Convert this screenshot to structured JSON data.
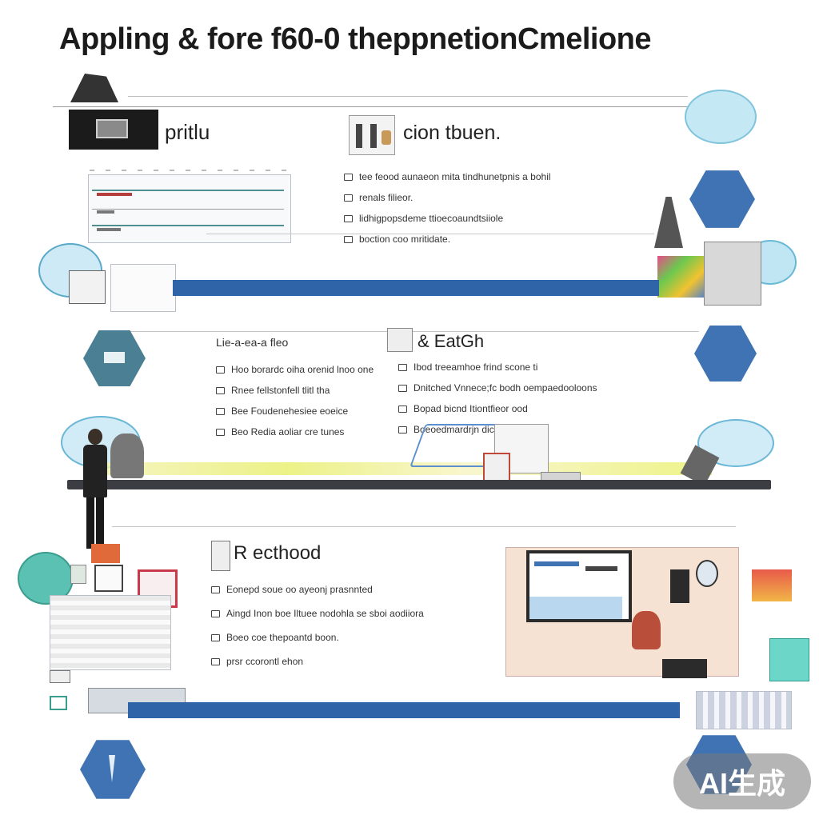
{
  "title": "Appling & fore f60-0 theppnetionCmelione",
  "section1": {
    "left_heading": "pritlu",
    "right_heading": "cion tbuen.",
    "items": [
      "tee feood  aunaeon mita  tindhunetpnis a bohil",
      "renals filieor.",
      "lidhigpopsdeme ttioecoaundtsiiole",
      "boction coo mritidate."
    ]
  },
  "section2": {
    "left_heading": "Lie-a-ea-a fleo",
    "right_heading": "& EatGh",
    "left_items": [
      "Hoo borardc oiha orenid lnoo one",
      "Rnee  fellstonfell tlitl tha",
      "Bee Foudenehesiee eoeice",
      "Beo Redia aoliar cre tunes"
    ],
    "right_items": [
      "Ibod treeamhoe frind scone ti",
      "Dnitched  Vnnece;fc  bodh oempaedooloons",
      "Bopad bicnd Itiontfieor ood",
      "Boeoedmardrjn dicle"
    ]
  },
  "section3": {
    "heading": "R ecthood",
    "items": [
      "Eonepd  soue oo ayeonj prasnnted",
      "Aingd Inon boe  Iltuee  nodohla se sboi aodiiora",
      "Boeo coe thepoantd boon.",
      "prsr ccorontl ehon"
    ]
  },
  "watermark": "AI生成",
  "colors": {
    "accent_blue": "#2f64a8",
    "dark_bar": "#3b3d42",
    "hex_blue": "#3f73b3",
    "teal": "#4a7f94",
    "light_cyan": "#bfe6f2"
  }
}
